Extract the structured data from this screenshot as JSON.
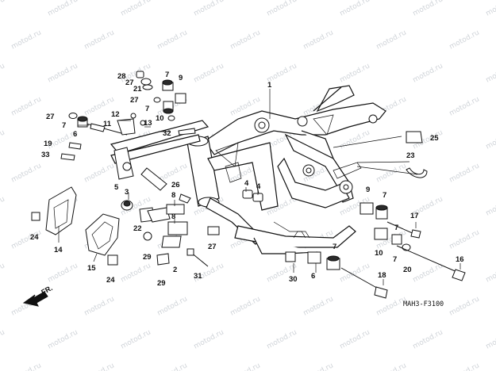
{
  "watermark": {
    "text": "motod.ru"
  },
  "diagram_code": "MAH3-F3100",
  "fr_label": "FR.",
  "callouts": {
    "n1": "1",
    "n2": "2",
    "n3": "3",
    "n4a": "4",
    "n4b": "4",
    "n5": "5",
    "n6": "6",
    "n7a": "7",
    "n7b": "7",
    "n7c": "7",
    "n7d": "7",
    "n7e": "7",
    "n7f": "7",
    "n7g": "7",
    "n8a": "8",
    "n8b": "8",
    "n9a": "9",
    "n9b": "9",
    "n10a": "10",
    "n10b": "10",
    "n11": "11",
    "n12": "12",
    "n13": "13",
    "n14": "14",
    "n15": "15",
    "n16": "16",
    "n17": "17",
    "n18": "18",
    "n19": "19",
    "n20": "20",
    "n21": "21",
    "n22": "22",
    "n23": "23",
    "n24a": "24",
    "n24b": "24",
    "n25": "25",
    "n26": "26",
    "n27a": "27",
    "n27b": "27",
    "n27c": "27",
    "n27d": "27",
    "n28": "28",
    "n29a": "29",
    "n29b": "29",
    "n30": "30",
    "n31": "31",
    "n32": "32",
    "n33": "33"
  }
}
